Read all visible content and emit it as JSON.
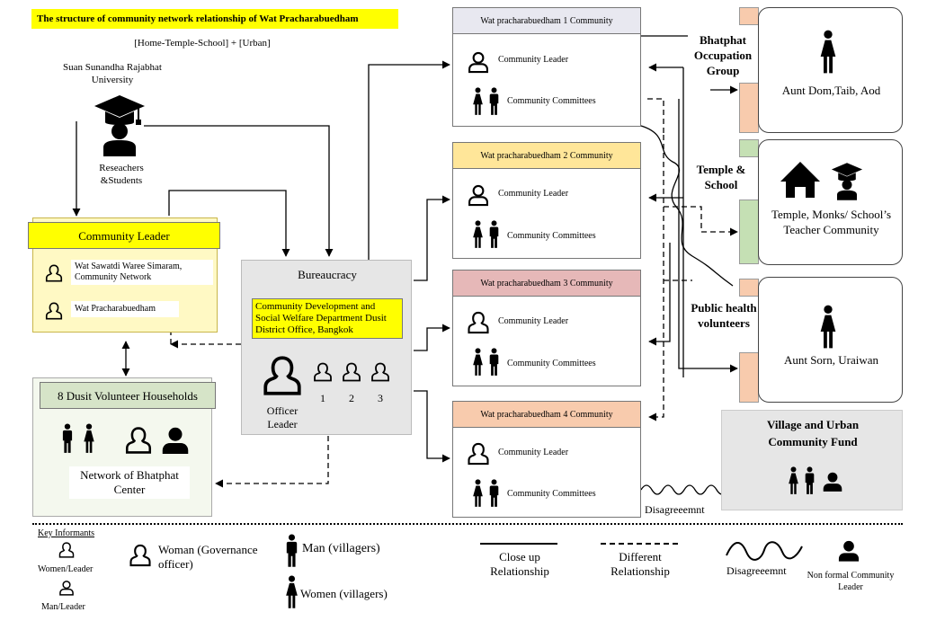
{
  "title": "The structure of community network relationship of Wat Pracharabuedham",
  "subtitle": "[Home-Temple-School] + [Urban]",
  "university": "Suan Sunandha Rajabhat University",
  "researchers": "Reseachers &Students",
  "community_leader_box": {
    "title": "Community Leader",
    "items": [
      "Wat Sawatdi Waree Simaram, Community Network",
      "Wat Pracharabuedham"
    ]
  },
  "volunteer_box": {
    "title": "8 Dusit Volunteer Households",
    "caption": "Network of Bhatphat Center"
  },
  "bureaucracy": {
    "title": "Bureaucracy",
    "department": "Community Development and Social Welfare Department Dusit District Office, Bangkok",
    "officer_label": "Officer Leader",
    "numbers": [
      "1",
      "2",
      "3"
    ]
  },
  "communities": [
    {
      "name": "Wat pracharabuedham 1 Community",
      "color": "#e8e8f0",
      "leader": "Community Leader",
      "committees": "Community Committees"
    },
    {
      "name": "Wat pracharabuedham 2 Community",
      "color": "#ffe699",
      "leader": "Community Leader",
      "committees": "Community Committees"
    },
    {
      "name": "Wat pracharabuedham 3 Community",
      "color": "#e6b8b8",
      "leader": "Community Leader",
      "committees": "Community Committees"
    },
    {
      "name": "Wat pracharabuedham 4 Community",
      "color": "#f8cbad",
      "leader": "Community Leader",
      "committees": "Community Committees"
    }
  ],
  "groups": [
    {
      "label": "Bhatphat Occupation Group",
      "caption": "Aunt Dom,Taib, Aod",
      "tab_color": "#f8cbad"
    },
    {
      "label": "Temple & School",
      "caption": "Temple, Monks/ School’s Teacher Community",
      "tab_color": "#c5e0b4"
    },
    {
      "label": "Public health volunteers",
      "caption": "Aunt Sorn, Uraiwan",
      "tab_color": "#f8cbad"
    }
  ],
  "fund_box": "Village and Urban Community Fund",
  "disagreement_label": "Disagreeemnt",
  "legend": {
    "key_informants": "Key Informants",
    "women_leader": "Women/Leader",
    "man_leader": "Man/Leader",
    "woman_gov": "Woman (Governance officer)",
    "man_villagers": "Man (villagers)",
    "women_villagers": "Women (villagers)",
    "close_up": "Close up Relationship",
    "different": "Different Relationship",
    "disagreement": "Disagreeemnt",
    "non_formal": "Non formal Community Leader"
  },
  "colors": {
    "highlight": "#ffff00",
    "clb_fill": "#fff9c4",
    "vol_fill": "#f4f8ee",
    "vol_head": "#d6e4c8",
    "bureau": "#e6e6e6",
    "fund": "#e6e6e6"
  },
  "icons": [
    "graduation-cap-icon",
    "woman-leader-icon",
    "man-leader-icon",
    "woman-officer-icon",
    "man-villager-icon",
    "woman-villager-icon",
    "temple-icon",
    "school-icon",
    "non-formal-leader-icon"
  ]
}
